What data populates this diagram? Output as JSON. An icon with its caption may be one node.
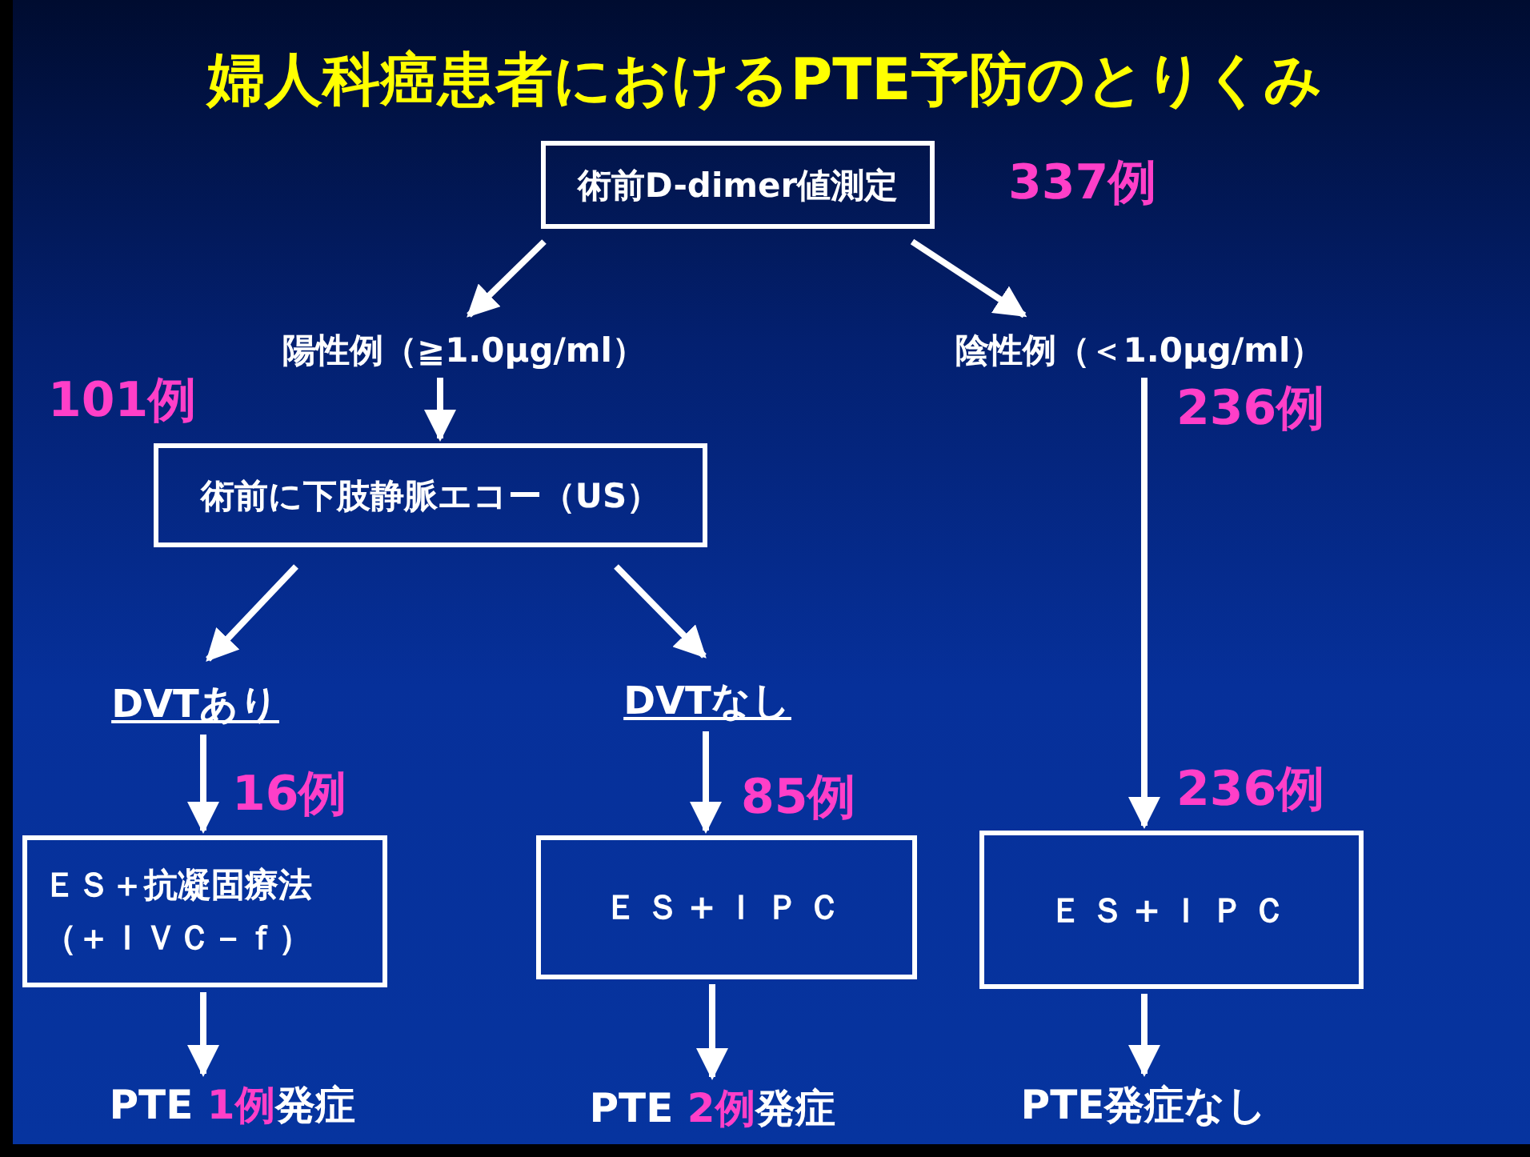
{
  "diagram": {
    "title": "婦人科癌患者におけるPTE予防のとりくみ",
    "nodes": [
      {
        "text": [
          "術前D-dimer値測定"
        ],
        "beside": [
          "337例"
        ]
      },
      {
        "text": [
          "陽性例（≧1.0μg/ml）"
        ]
      },
      {
        "text": [
          "陰性例（＜1.0μg/ml）"
        ],
        "beside": [
          "236例"
        ]
      },
      {
        "text": [
          "術前に下肢静脈エコー（US）"
        ]
      },
      {
        "text": [
          "DVTあり"
        ]
      },
      {
        "text": [
          "DVTなし"
        ]
      },
      {
        "text": [
          "ＥＳ＋抗凝固療法（＋ＩＶＣ－ｆ）"
        ]
      },
      {
        "text": [
          "ＥＳ+ＩＰＣ"
        ]
      },
      {
        "text": [
          "ＥＳ+ＩＰＣ"
        ]
      },
      {
        "text": [
          "PTE **1例**発症"
        ]
      },
      {
        "text": [
          "PTE **2例**発症"
        ]
      },
      {
        "text": [
          "PTE発症なし"
        ]
      }
    ],
    "edges": [
      {
        "from": 0,
        "to": 1,
        "arrow": "to"
      },
      {
        "from": 0,
        "to": 2,
        "arrow": "to"
      },
      {
        "from": 1,
        "to": 3,
        "arrow": "to"
      },
      {
        "from": 3,
        "to": 4,
        "arrow": "to"
      },
      {
        "from": 3,
        "to": 5,
        "arrow": "to"
      },
      {
        "from": 4,
        "to": 6,
        "arrow": "to",
        "label": "16例"
      },
      {
        "from": 5,
        "to": 7,
        "arrow": "to",
        "label": "85例"
      },
      {
        "from": 2,
        "to": 8,
        "arrow": "to",
        "label": "236例"
      },
      {
        "from": 6,
        "to": 9,
        "arrow": "to"
      },
      {
        "from": 7,
        "to": 10,
        "arrow": "to"
      },
      {
        "from": 8,
        "to": 11,
        "arrow": "to"
      }
    ],
    "labels": [
      "101例"
    ]
  }
}
